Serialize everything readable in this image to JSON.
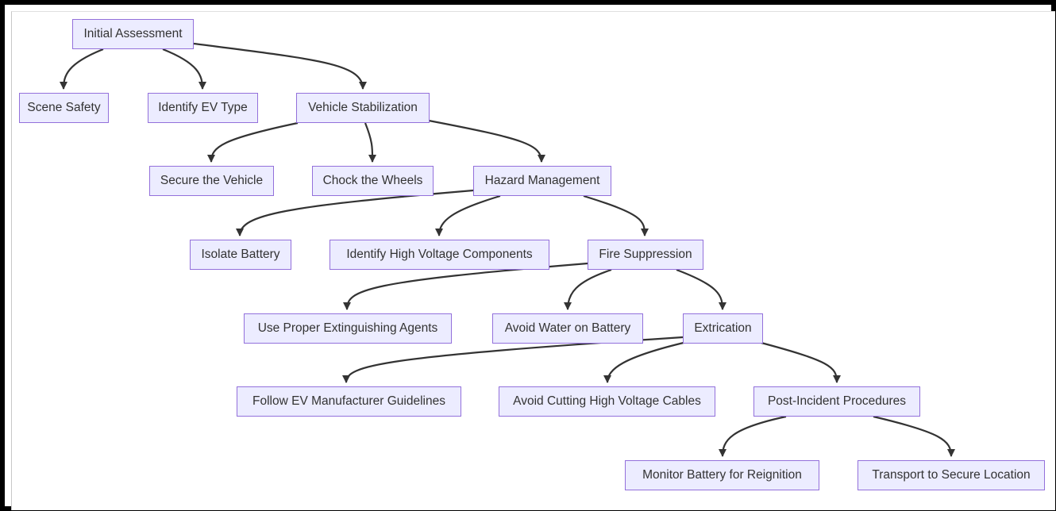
{
  "diagram": {
    "nodes": {
      "initial_assessment": "Initial Assessment",
      "scene_safety": "Scene Safety",
      "identify_ev_type": "Identify EV Type",
      "vehicle_stabilization": "Vehicle Stabilization",
      "secure_the_vehicle": "Secure the Vehicle",
      "chock_the_wheels": "Chock the Wheels",
      "hazard_management": "Hazard Management",
      "isolate_battery": "Isolate Battery",
      "identify_hv_components": "Identify High Voltage Components",
      "fire_suppression": "Fire Suppression",
      "use_proper_agents": "Use Proper Extinguishing Agents",
      "avoid_water": "Avoid Water on Battery",
      "extrication": "Extrication",
      "follow_guidelines": "Follow EV Manufacturer Guidelines",
      "avoid_cutting": "Avoid Cutting High Voltage Cables",
      "post_incident": "Post-Incident Procedures",
      "monitor_battery": "Monitor Battery for Reignition",
      "transport": "Transport to Secure Location"
    },
    "edges": [
      [
        "initial_assessment",
        "scene_safety"
      ],
      [
        "initial_assessment",
        "identify_ev_type"
      ],
      [
        "initial_assessment",
        "vehicle_stabilization"
      ],
      [
        "vehicle_stabilization",
        "secure_the_vehicle"
      ],
      [
        "vehicle_stabilization",
        "chock_the_wheels"
      ],
      [
        "vehicle_stabilization",
        "hazard_management"
      ],
      [
        "hazard_management",
        "isolate_battery"
      ],
      [
        "hazard_management",
        "identify_hv_components"
      ],
      [
        "hazard_management",
        "fire_suppression"
      ],
      [
        "fire_suppression",
        "use_proper_agents"
      ],
      [
        "fire_suppression",
        "avoid_water"
      ],
      [
        "fire_suppression",
        "extrication"
      ],
      [
        "extrication",
        "follow_guidelines"
      ],
      [
        "extrication",
        "avoid_cutting"
      ],
      [
        "extrication",
        "post_incident"
      ],
      [
        "post_incident",
        "monitor_battery"
      ],
      [
        "post_incident",
        "transport"
      ]
    ],
    "colors": {
      "node_fill": "#ececff",
      "node_border": "#9370db",
      "edge": "#333333",
      "text": "#333333",
      "frame": "#000000"
    }
  }
}
